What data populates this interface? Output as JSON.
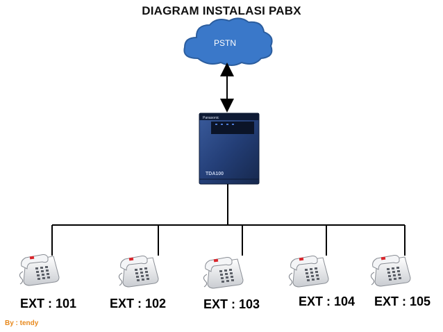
{
  "title": "DIAGRAM INSTALASI PABX",
  "cloud_label": "PSTN",
  "pabx": {
    "brand": "Panasonic",
    "model": "TDA100"
  },
  "extensions": [
    {
      "label": "EXT : 101"
    },
    {
      "label": "EXT : 102"
    },
    {
      "label": "EXT : 103"
    },
    {
      "label": "EXT : 104"
    },
    {
      "label": "EXT : 105"
    }
  ],
  "credit": "By  : tendy",
  "colors": {
    "cloud_fill": "#3a78c9",
    "cloud_stroke": "#2b5d9e",
    "pabx_body": "#1f3766",
    "line": "#000000",
    "credit": "#e8891d",
    "phone_accent": "#d9262c"
  },
  "icons": {
    "cloud": "cloud-icon",
    "pabx": "pabx-unit-icon",
    "phone": "desk-phone-icon"
  }
}
